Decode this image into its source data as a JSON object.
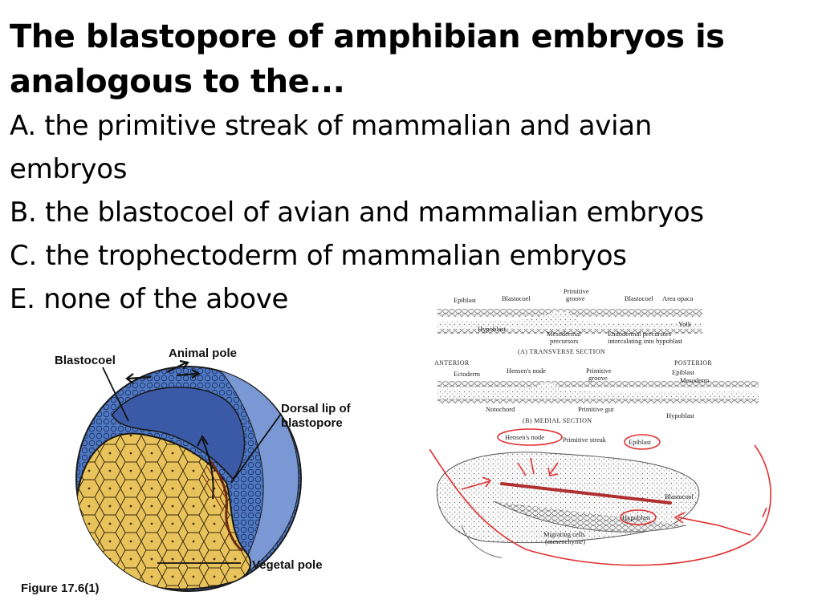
{
  "question": {
    "title_line1": "The blastopore of amphibian embryos is",
    "title_line2": "analogous to the...",
    "options": [
      "A. the primitive streak of mammalian and avian",
      "embryos",
      "B. the blastocoel of avian and mammalian embryos",
      "C. the trophectoderm of mammalian embryos",
      "E. none of the above"
    ]
  },
  "amphibian_figure": {
    "labels": {
      "blastocoel": "Blastocoel",
      "animal_pole": "Animal pole",
      "dorsal_lip_1": "Dorsal lip of",
      "dorsal_lip_2": "blastopore",
      "vegetal_pole": "Vegetal pole"
    },
    "caption": "Figure 17.6(1)",
    "colors": {
      "animal_blue": "#4f78c2",
      "blastocoel_blue": "#3a5aa8",
      "yolk": "#e8c25a",
      "outline": "#1a1a1a"
    }
  },
  "chick_figure": {
    "transverse": {
      "epiblast": "Epiblast",
      "blastocoel_1": "Blastocoel",
      "primitive_groove_1": "Primitive",
      "primitive_groove_2": "groove",
      "blastocoel_2": "Blastocoel",
      "area_opaca": "Area opaca",
      "yolk": "Yolk",
      "hypoblast": "Hypoblast",
      "mesodermal_1": "Mesodermal",
      "mesodermal_2": "precursors",
      "endodermal_1": "Endodermal precursors",
      "endodermal_2": "intercalating into hypoblast",
      "caption": "(A)  TRANSVERSE SECTION"
    },
    "medial": {
      "anterior": "ANTERIOR",
      "posterior": "POSTERIOR",
      "ectoderm": "Ectoderm",
      "hensens_node": "Hensen's node",
      "primitive_groove_1": "Primitive",
      "primitive_groove_2": "groove",
      "epiblast": "Epiblast",
      "mesoderm": "Mesoderm",
      "notochord": "Notochord",
      "primitive_gut": "Primitive gut",
      "hypoblast": "Hypoblast",
      "caption": "(B)  MEDIAL SECTION"
    },
    "perspective": {
      "hensens_node": "Hensen's node",
      "primitive_streak": "Primitive streak",
      "epiblast": "Epiblast",
      "blastocoel": "Blastocoel",
      "hypoblast": "Hypoblast",
      "migrating_1": "Migrating cells",
      "migrating_2": "(mesenchyme)"
    },
    "colors": {
      "annotation_red": "#e03030",
      "streak_red": "#c0392b",
      "line": "#444444"
    }
  }
}
